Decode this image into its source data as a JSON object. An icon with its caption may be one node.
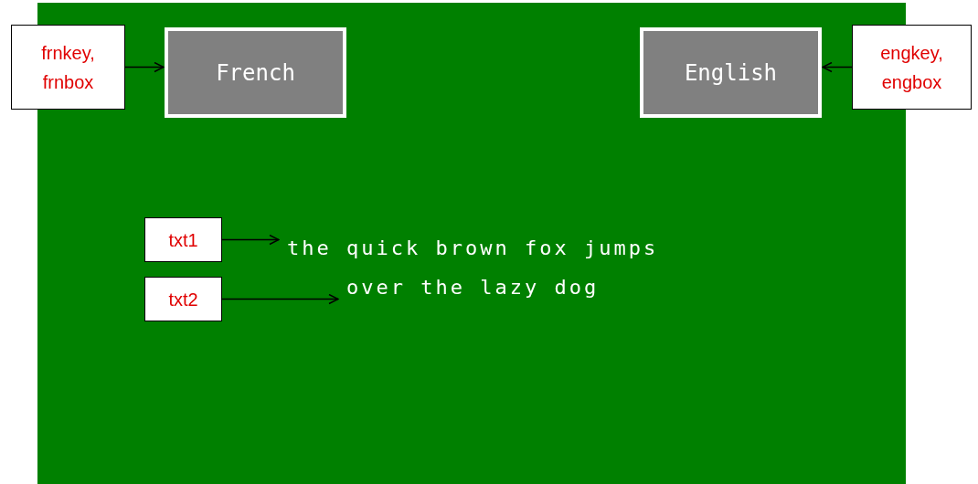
{
  "diagram": {
    "nodes": [
      {
        "text": [
          "frnkey, frnbox"
        ]
      },
      {
        "text": [
          "French"
        ]
      },
      {
        "text": [
          "English"
        ]
      },
      {
        "text": [
          "engkey, engbox"
        ]
      },
      {
        "text": [
          "txt1"
        ]
      },
      {
        "text": [
          "the quick brown fox jumps"
        ]
      },
      {
        "text": [
          "txt2"
        ]
      },
      {
        "text": [
          "over the lazy dog"
        ]
      }
    ],
    "edges": [
      {
        "from": 0,
        "to": 1,
        "arrow": "to"
      },
      {
        "from": 3,
        "to": 2,
        "arrow": "to"
      },
      {
        "from": 4,
        "to": 5,
        "arrow": "to"
      },
      {
        "from": 6,
        "to": 7,
        "arrow": "to"
      }
    ]
  }
}
